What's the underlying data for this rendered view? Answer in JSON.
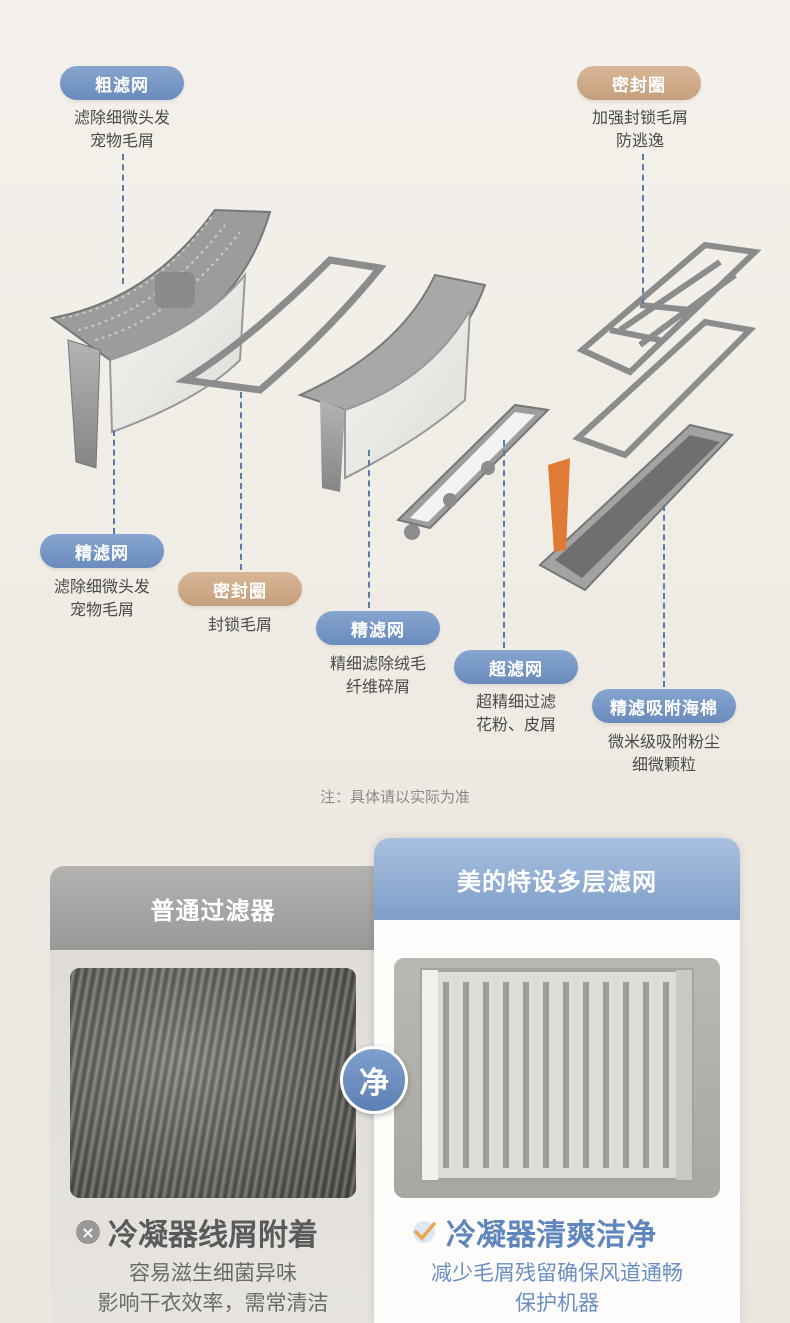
{
  "callouts": [
    {
      "id": "coarse-filter",
      "label": "粗滤网",
      "desc": [
        "滤除细微头发",
        "宠物毛屑"
      ],
      "color": "blue"
    },
    {
      "id": "seal-top",
      "label": "密封圈",
      "desc": [
        "加强封锁毛屑",
        "防逃逸"
      ],
      "color": "tan"
    },
    {
      "id": "fine-filter-1",
      "label": "精滤网",
      "desc": [
        "滤除细微头发",
        "宠物毛屑"
      ],
      "color": "blue"
    },
    {
      "id": "seal-lower",
      "label": "密封圈",
      "desc": [
        "封锁毛屑"
      ],
      "color": "tan"
    },
    {
      "id": "fine-filter-2",
      "label": "精滤网",
      "desc": [
        "精细滤除绒毛",
        "纤维碎屑"
      ],
      "color": "blue"
    },
    {
      "id": "ultra-filter",
      "label": "超滤网",
      "desc": [
        "超精细过滤",
        "花粉、皮屑"
      ],
      "color": "blue"
    },
    {
      "id": "sponge",
      "label": "精滤吸附海棉",
      "desc": [
        "微米级吸附粉尘",
        "细微颗粒"
      ],
      "color": "blue"
    }
  ],
  "note": "注：具体请以实际为准",
  "compare": {
    "left_header": "普通过滤器",
    "right_header": "美的特设多层滤网",
    "badge": "净",
    "left_title": "冷凝器线屑附着",
    "left_sub": [
      "容易滋生细菌异味",
      "影响干衣效率，需常清洁"
    ],
    "right_title": "冷凝器清爽洁净",
    "right_sub": [
      "减少毛屑残留确保风道通畅",
      "保护机器"
    ]
  },
  "colors": {
    "blue_pill": "#7695c5",
    "tan_pill": "#cfab87",
    "accent_blue": "#5f86bd",
    "orange_tab": "#e07b35"
  }
}
